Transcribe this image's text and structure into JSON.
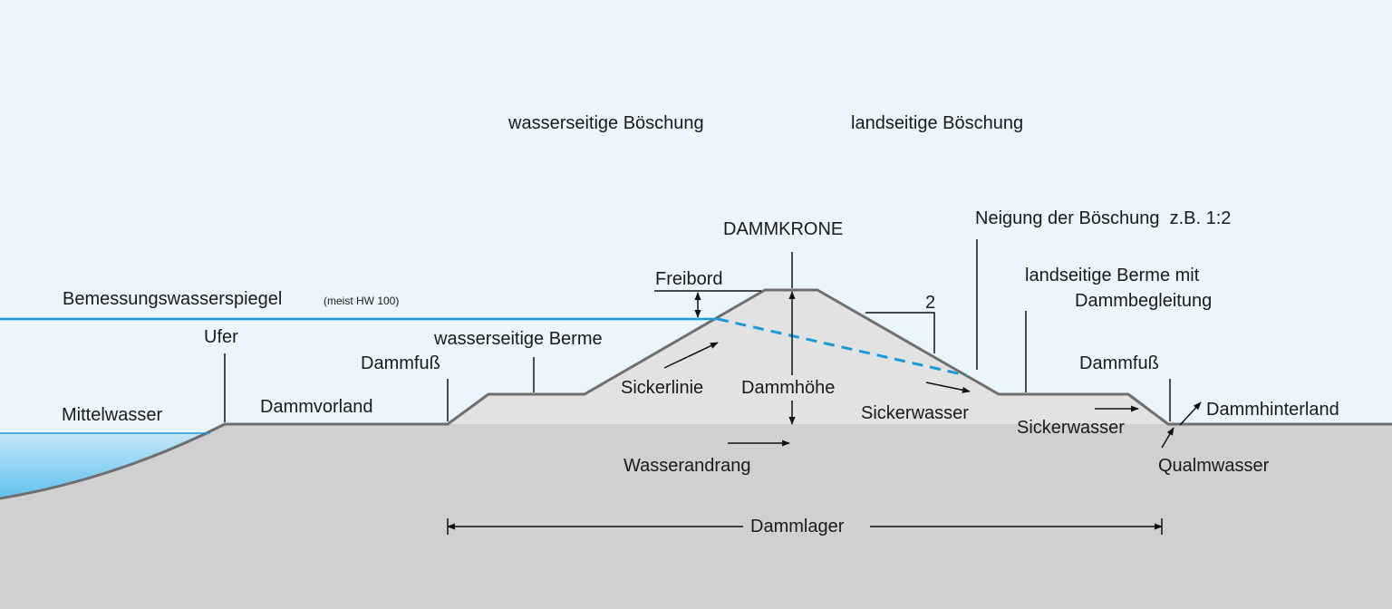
{
  "labels": {
    "water_slope": "wasserseitige Böschung",
    "land_slope": "landseitige Böschung",
    "crest": "DAMMKRONE",
    "slope_gradient": "Neigung der Böschung  z.B. 1:2",
    "freeboard": "Freibord",
    "land_berm_line1": "landseitige Berme mit",
    "land_berm_line2": "Dammbegleitung",
    "design_water_level": "Bemessungswasserspiegel",
    "design_water_level_note": "(meist HW 100)",
    "gradient_value": "2",
    "bank": "Ufer",
    "water_berm": "wasserseitige Berme",
    "dam_toe_water": "Dammfuß",
    "dam_toe_land": "Dammfuß",
    "seepage_line": "Sickerlinie",
    "dam_height": "Dammhöhe",
    "seepage_water_slope": "Sickerwasser",
    "seepage_water_berm": "Sickerwasser",
    "hinterland": "Dammhinterland",
    "mean_water": "Mittelwasser",
    "foreland": "Dammvorland",
    "water_inflow": "Wasserandrang",
    "quell_water": "Qualmwasser",
    "dam_base": "Dammlager"
  },
  "colors": {
    "background": "#eaf5fc",
    "ground": "#d0d0d1",
    "dam_body": "#e2e2e3",
    "outline": "#6e6e6e",
    "water_line": "#1a9ad6",
    "seepage_line": "#1a9ad6",
    "water_fill_top": "#c4e7f8",
    "water_fill_bottom": "#5fc0ec"
  }
}
